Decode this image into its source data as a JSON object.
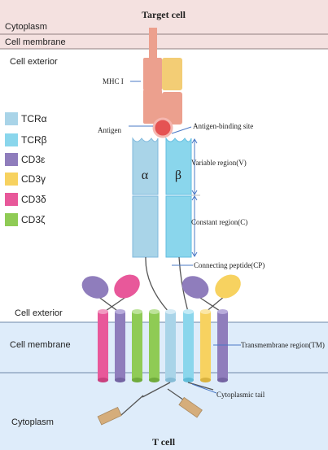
{
  "target_cell": {
    "title": "Target cell",
    "cytoplasm": "Cytoplasm",
    "membrane": "Cell membrane",
    "exterior": "Cell exterior"
  },
  "t_cell": {
    "title": "T cell",
    "exterior": "Cell exterior",
    "membrane": "Cell membrane",
    "cytoplasm": "Cytoplasm"
  },
  "legend": [
    {
      "label": "TCRα",
      "color": "#a9d4e8"
    },
    {
      "label": "TCRβ",
      "color": "#8ad6ec"
    },
    {
      "label": "CD3ε",
      "color": "#8f7dbc"
    },
    {
      "label": "CD3γ",
      "color": "#f7d260"
    },
    {
      "label": "CD3δ",
      "color": "#e8589a"
    },
    {
      "label": "CD3ζ",
      "color": "#8fcb55"
    }
  ],
  "chain_letters": {
    "alpha": "α",
    "beta": "β"
  },
  "annotations": {
    "mhc": "MHC I",
    "antigen": "Antigen",
    "antigen_binding_site": "Antigen-binding site",
    "variable_region": "Variable region(V)",
    "constant_region": "Constant region(C)",
    "connecting_peptide": "Connecting peptide(CP)",
    "transmembrane_region": "Transmembrane region(TM)",
    "cytoplasmic_tail": "Cytoplasmic tail"
  },
  "colors": {
    "target_band": "#f4e1e0",
    "tcell_band": "#deecfa",
    "membrane_line": "#8f7f7f",
    "mhc": "#eca08e",
    "mhc_minor": "#f3cd75",
    "antigen": "#e55353",
    "arrow": "#4a78c6",
    "tail": "#d5ad7b"
  }
}
